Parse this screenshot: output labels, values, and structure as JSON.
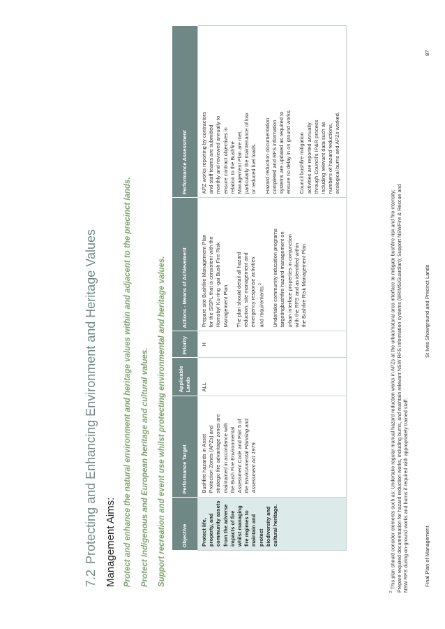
{
  "section": {
    "number": "7.2",
    "title": "Protecting and Enhancing Environment and Heritage Values"
  },
  "management_aims": {
    "title": "Management Aims:",
    "aims": [
      "Protect and enhance the natural environment and heritage values within and adjacent to the precinct lands.",
      "Protect Indigenous and European heritage and cultural values.",
      "Support recreation and event use whilst protecting environmental and heritage values."
    ]
  },
  "table": {
    "headers": [
      "Objective",
      "Performance Target",
      "Applicable Lands",
      "Priority",
      "Actions - Means of Achievement",
      "Performance Assessment"
    ],
    "row": {
      "objective_lines": [
        "Protect life,",
        "property, and",
        "community assets",
        "from the adverse",
        "impacts of fire",
        "whilst managing",
        "fire regimes to",
        "maintain and",
        "protect",
        "biodiversity and",
        "cultural heritage."
      ],
      "target_lines": [
        "Bushfire hazards in Asset",
        "Protection Zones (APZs) and",
        "strategic fire advantage zones are",
        "maintained in accordance with",
        "the Bush Fire Environmental",
        "Assessment Code and Part 5 of"
      ],
      "target_italic_lines": [
        "the Environmental Planning and",
        "Assessment Act 1979."
      ],
      "lands": "ALL",
      "priority": "H",
      "action1_lines": [
        "Prepare site Bushfire Management Plan",
        "for the SISPL that is consistent with the",
        "Hornsby/ Ku-ring -gai Bush Fire Risk",
        "Management Plan."
      ],
      "action2_lines": [
        "The plan should detail all hazard",
        "reduction, site management and",
        "emergency response activities",
        "and requirements."
      ],
      "action2_sup": "2",
      "action3_lines": [
        "Undertake community education programs",
        "targetingbushfire hazard management on",
        "urban interface properties in conjunction",
        "with the RFS and as identified within",
        "the Bushfire Risk Management Plan."
      ],
      "assess1_lines": [
        "APZ works reporting by contractors",
        "and staff teams are submitted",
        "monthly and reviewed annually to",
        "ensure contract objectives in",
        "relation to the Bushfire",
        "Management Plan are met,",
        "particularly the maintenance of low",
        "or reduced fuel loads."
      ],
      "assess2_lines": [
        "Hazard reduction documentation",
        "completed and RFS information",
        "systems are updated as required to",
        "ensure no delay in on ground works."
      ],
      "assess3_lines": [
        "Council bushfire mitigation",
        "activities are reported annually",
        "through Council's IP&R process",
        "including relevant data such as",
        "numbers of hazard reductions,",
        "ecological burns and APZs worked."
      ]
    }
  },
  "footnote": {
    "marker": "2",
    "lines": [
      " This plan should consider elements such as: Undertake regular manual hazard reduction works in APZs at the urban/natural area interface to mitigate bushfire risk and fire intensity;",
      "Prepare required documentation for hazard reduction works, including burns, and maintain relevant NSW RFS information systems (BRIMS/Guardian); Support NSWFire & Rescue and",
      "NSW RFS during on-ground works and burns if required with appropriately trained staff."
    ]
  },
  "footer": {
    "left": "Final Plan of Management",
    "center": "St Ives Showground and Precinct Lands",
    "page": "87"
  }
}
